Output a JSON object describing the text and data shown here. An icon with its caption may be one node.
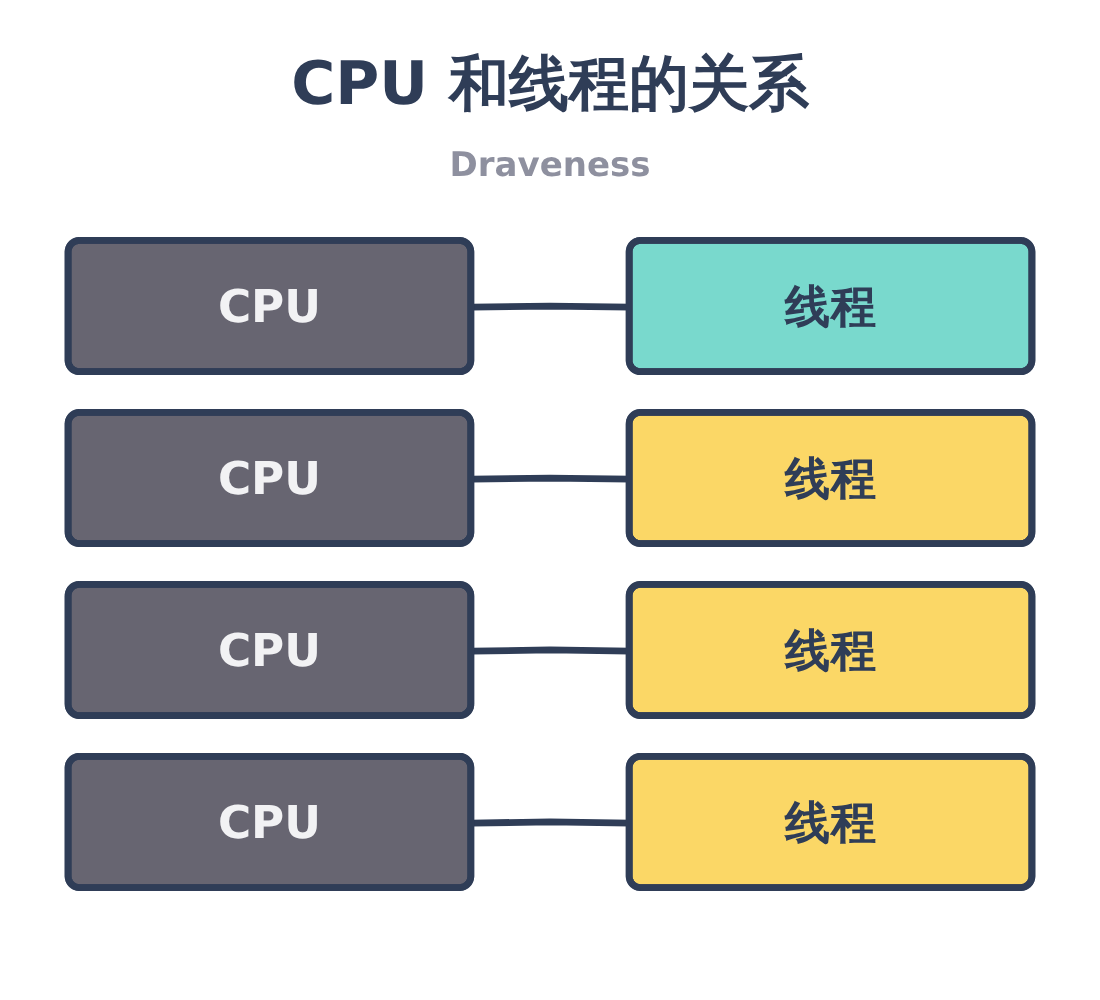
{
  "diagram": {
    "title": "CPU 和线程的关系",
    "nodes": [
      {
        "text": [
          "CPU"
        ]
      },
      {
        "text": [
          "线程"
        ]
      },
      {
        "text": [
          "CPU"
        ]
      },
      {
        "text": [
          "线程"
        ]
      },
      {
        "text": [
          "CPU"
        ]
      },
      {
        "text": [
          "线程"
        ]
      },
      {
        "text": [
          "CPU"
        ]
      },
      {
        "text": [
          "线程"
        ]
      }
    ],
    "edges": [
      {
        "from": 0,
        "to": 1,
        "arrow": "none"
      },
      {
        "from": 2,
        "to": 3,
        "arrow": "none"
      },
      {
        "from": 4,
        "to": 5,
        "arrow": "none"
      },
      {
        "from": 6,
        "to": 7,
        "arrow": "none"
      }
    ],
    "labels": [
      "Draveness"
    ]
  }
}
